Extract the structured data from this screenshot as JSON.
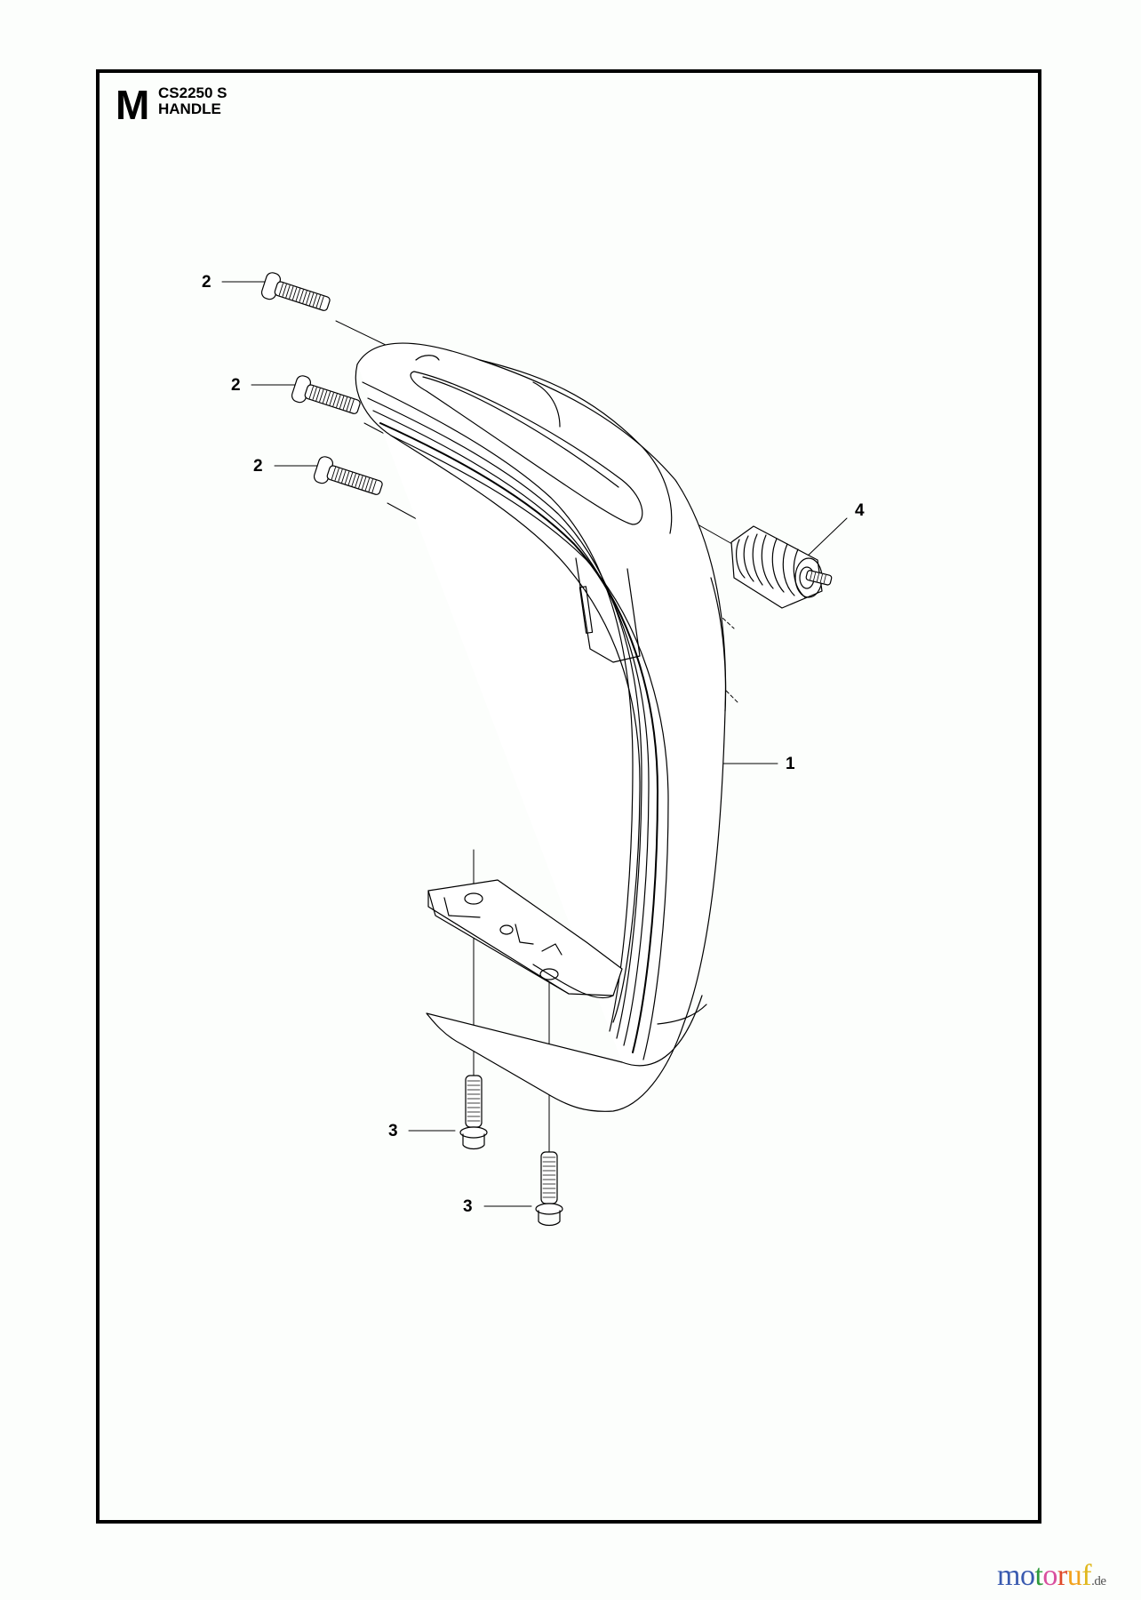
{
  "header": {
    "section_letter": "M",
    "model": "CS2250 S",
    "title": "HANDLE"
  },
  "callouts": [
    {
      "id": "c2a",
      "label": "2",
      "part": "screw"
    },
    {
      "id": "c2b",
      "label": "2",
      "part": "screw"
    },
    {
      "id": "c2c",
      "label": "2",
      "part": "screw"
    },
    {
      "id": "c4",
      "label": "4",
      "part": "vibration damper spring"
    },
    {
      "id": "c1",
      "label": "1",
      "part": "front handle"
    },
    {
      "id": "c3a",
      "label": "3",
      "part": "screw"
    },
    {
      "id": "c3b",
      "label": "3",
      "part": "screw"
    }
  ],
  "watermark": {
    "letters": [
      {
        "ch": "m",
        "color": "#3a5bb0"
      },
      {
        "ch": "o",
        "color": "#3a5bb0"
      },
      {
        "ch": "t",
        "color": "#2e9a3c"
      },
      {
        "ch": "o",
        "color": "#d94f9e"
      },
      {
        "ch": "r",
        "color": "#e04a2a"
      },
      {
        "ch": "u",
        "color": "#f2a21e"
      },
      {
        "ch": "f",
        "color": "#e0b81e"
      }
    ],
    "tld": ".de"
  }
}
